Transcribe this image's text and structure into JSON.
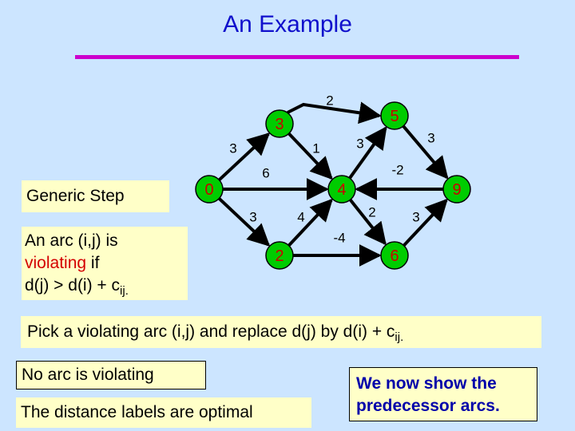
{
  "title": "An Example",
  "generic_step": "Generic Step",
  "violating_def": {
    "line1": "An arc (i,j) is",
    "line2_red": "violating",
    "line2_rest": " if",
    "line3": "d(j) > d(i) + c",
    "line3_sub": "ij."
  },
  "pick_text": "Pick a violating arc (i,j) and replace d(j) by d(i) + c",
  "pick_sub": "ij.",
  "no_arc_text": "No arc is violating",
  "optimal_text": "The distance labels are optimal",
  "predecessor_line1": "We now show the",
  "predecessor_line2": "predecessor arcs.",
  "colors": {
    "title": "#1010cc",
    "rule": "#cc00cc",
    "node_fill": "#00cc00",
    "node_label": "#cc0000",
    "box_fill": "#ffffc8",
    "background": "#cce5ff"
  },
  "nodes": [
    {
      "id": "n1",
      "label": "0"
    },
    {
      "id": "n2",
      "label": "3"
    },
    {
      "id": "n3",
      "label": "2"
    },
    {
      "id": "n4",
      "label": "4"
    },
    {
      "id": "n5",
      "label": "5"
    },
    {
      "id": "n6",
      "label": "6"
    },
    {
      "id": "n7",
      "label": "9"
    }
  ],
  "edges": [
    {
      "from": "n1",
      "to": "n2",
      "label": "3"
    },
    {
      "from": "n1",
      "to": "n4",
      "label": "6"
    },
    {
      "from": "n1",
      "to": "n3",
      "label": "3"
    },
    {
      "from": "n2",
      "to": "n5",
      "label": "2"
    },
    {
      "from": "n2",
      "to": "n4",
      "label": "1"
    },
    {
      "from": "n3",
      "to": "n4",
      "label": "4"
    },
    {
      "from": "n3",
      "to": "n6",
      "label": "-4"
    },
    {
      "from": "n4",
      "to": "n5",
      "label": "3"
    },
    {
      "from": "n4",
      "to": "n6",
      "label": "2"
    },
    {
      "from": "n5",
      "to": "n7",
      "label": "3"
    },
    {
      "from": "n7",
      "to": "n4",
      "label": "-2"
    },
    {
      "from": "n6",
      "to": "n7",
      "label": "3"
    }
  ]
}
